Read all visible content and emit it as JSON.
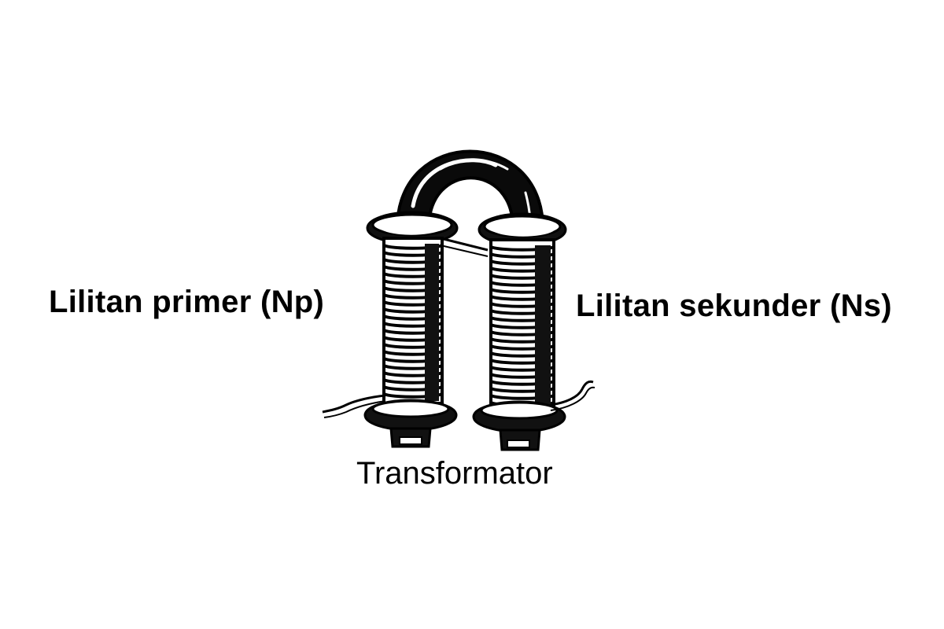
{
  "labels": {
    "primary": "Lilitan primer (Np)",
    "secondary": "Lilitan sekunder (Ns)",
    "caption": "Transformator"
  },
  "illustration": {
    "subject": "transformer-coil-icon",
    "ink_color": "#000000",
    "paper_color": "#ffffff"
  }
}
